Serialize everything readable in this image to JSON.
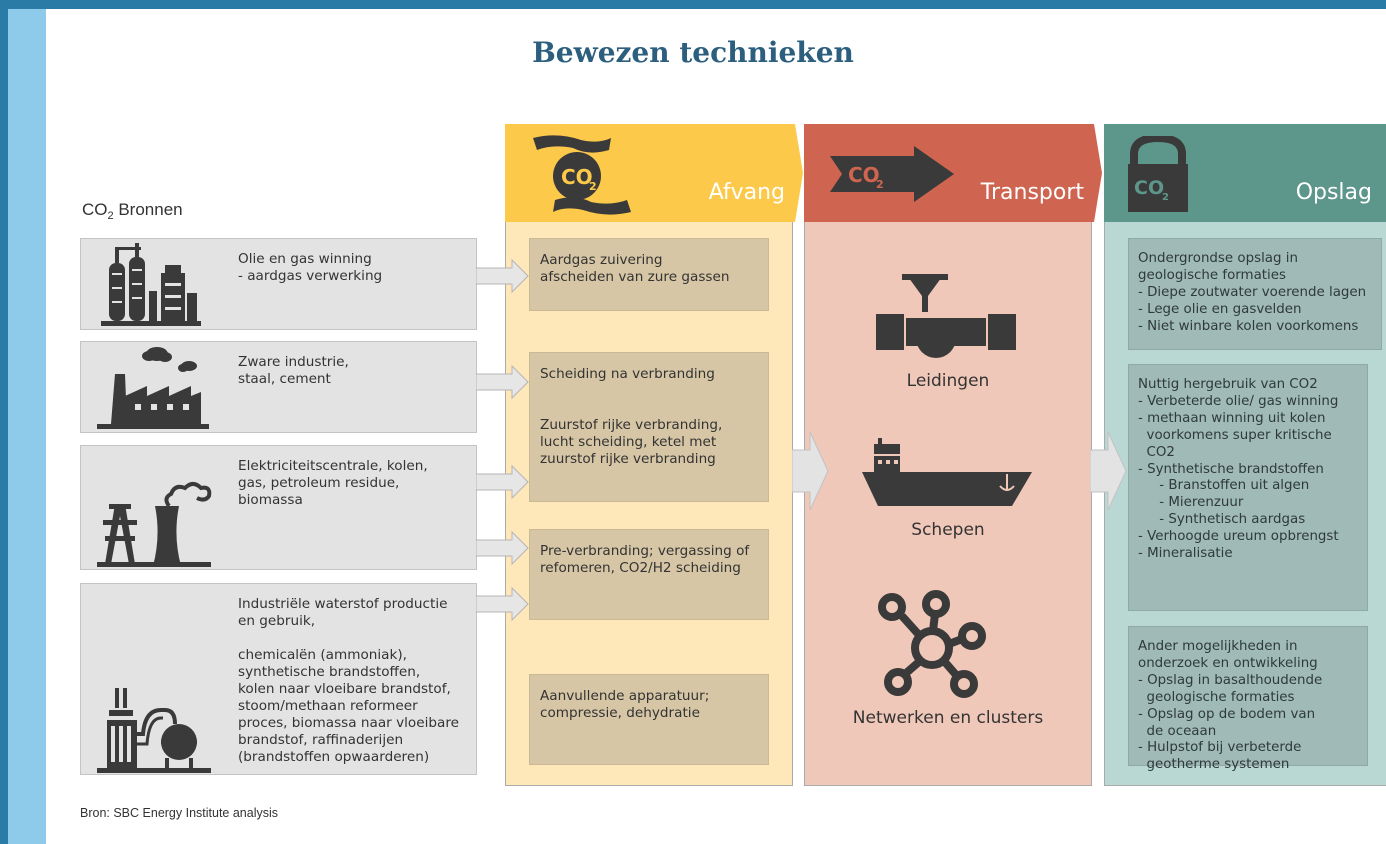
{
  "title": "Bewezen technieken",
  "sources": {
    "label_main": "CO",
    "label_sub": "2",
    "label_rest": " Bronnen",
    "items": [
      {
        "text": "Olie en gas winning\n- aardgas verwerking",
        "icon": "refinery-icon"
      },
      {
        "text": "Zware industrie,\nstaal, cement",
        "icon": "factory-icon"
      },
      {
        "text": "Elektriciteitscentrale, kolen,\ngas, petroleum residue,\nbiomassa",
        "icon": "power-plant-icon"
      },
      {
        "text": "Industriële waterstof productie\nen gebruik,\n\nchemicalën (ammoniak),\nsynthetische brandstoffen,\nkolen naar vloeibare brandstof,\nstoom/methaan reformeer\nproces, biomassa naar vloeibare\nbrandstof, raffinaderijen\n(brandstoffen opwaarderen)",
        "icon": "chemical-plant-icon"
      }
    ]
  },
  "columns": {
    "afvang": {
      "label": "Afvang",
      "icon": "co2-hands-icon",
      "icon_text": "CO",
      "icon_sub": "2",
      "color": "#fcc94a"
    },
    "transport": {
      "label": "Transport",
      "icon": "co2-arrow-icon",
      "icon_text": "CO",
      "icon_sub": "2",
      "color": "#cf6550"
    },
    "opslag": {
      "label": "Opslag",
      "icon": "co2-lock-icon",
      "icon_text": "CO",
      "icon_sub": "2",
      "color": "#5d968a"
    }
  },
  "capture": [
    "Aardgas zuivering\nafscheiden van zure gassen",
    "Scheiding na verbranding\n\n\nZuurstof rijke verbranding,\nlucht scheiding, ketel met\nzuurstof rijke verbranding",
    "Pre-verbranding; vergassing of\nrefomeren, CO2/H2 scheiding",
    "Aanvullende apparatuur;\ncompressie, dehydratie"
  ],
  "transport": [
    {
      "label": "Leidingen",
      "icon": "pipeline-icon"
    },
    {
      "label": "Schepen",
      "icon": "ship-icon"
    },
    {
      "label": "Netwerken en clusters",
      "icon": "network-icon"
    }
  ],
  "storage": [
    "Ondergrondse opslag in\ngeologische formaties\n- Diepe zoutwater voerende lagen\n- Lege olie en gasvelden\n- Niet winbare kolen voorkomens",
    "Nuttig hergebruik van CO2\n- Verbeterde olie/ gas winning\n- methaan winning uit kolen\n  voorkomens super kritische\n  CO2\n- Synthetische brandstoffen\n     - Branstoffen uit algen\n     - Mierenzuur\n     - Synthetisch aardgas\n- Verhoogde ureum opbrengst\n- Mineralisatie",
    "Ander mogelijkheden in\nonderzoek en ontwikkeling\n- Opslag in basalthoudende\n  geologische formaties\n- Opslag op de bodem van\n  de oceaan\n- Hulpstof bij verbeterde\n  geotherme systemen"
  ],
  "source_note": "Bron: SBC Energy Institute analysis"
}
